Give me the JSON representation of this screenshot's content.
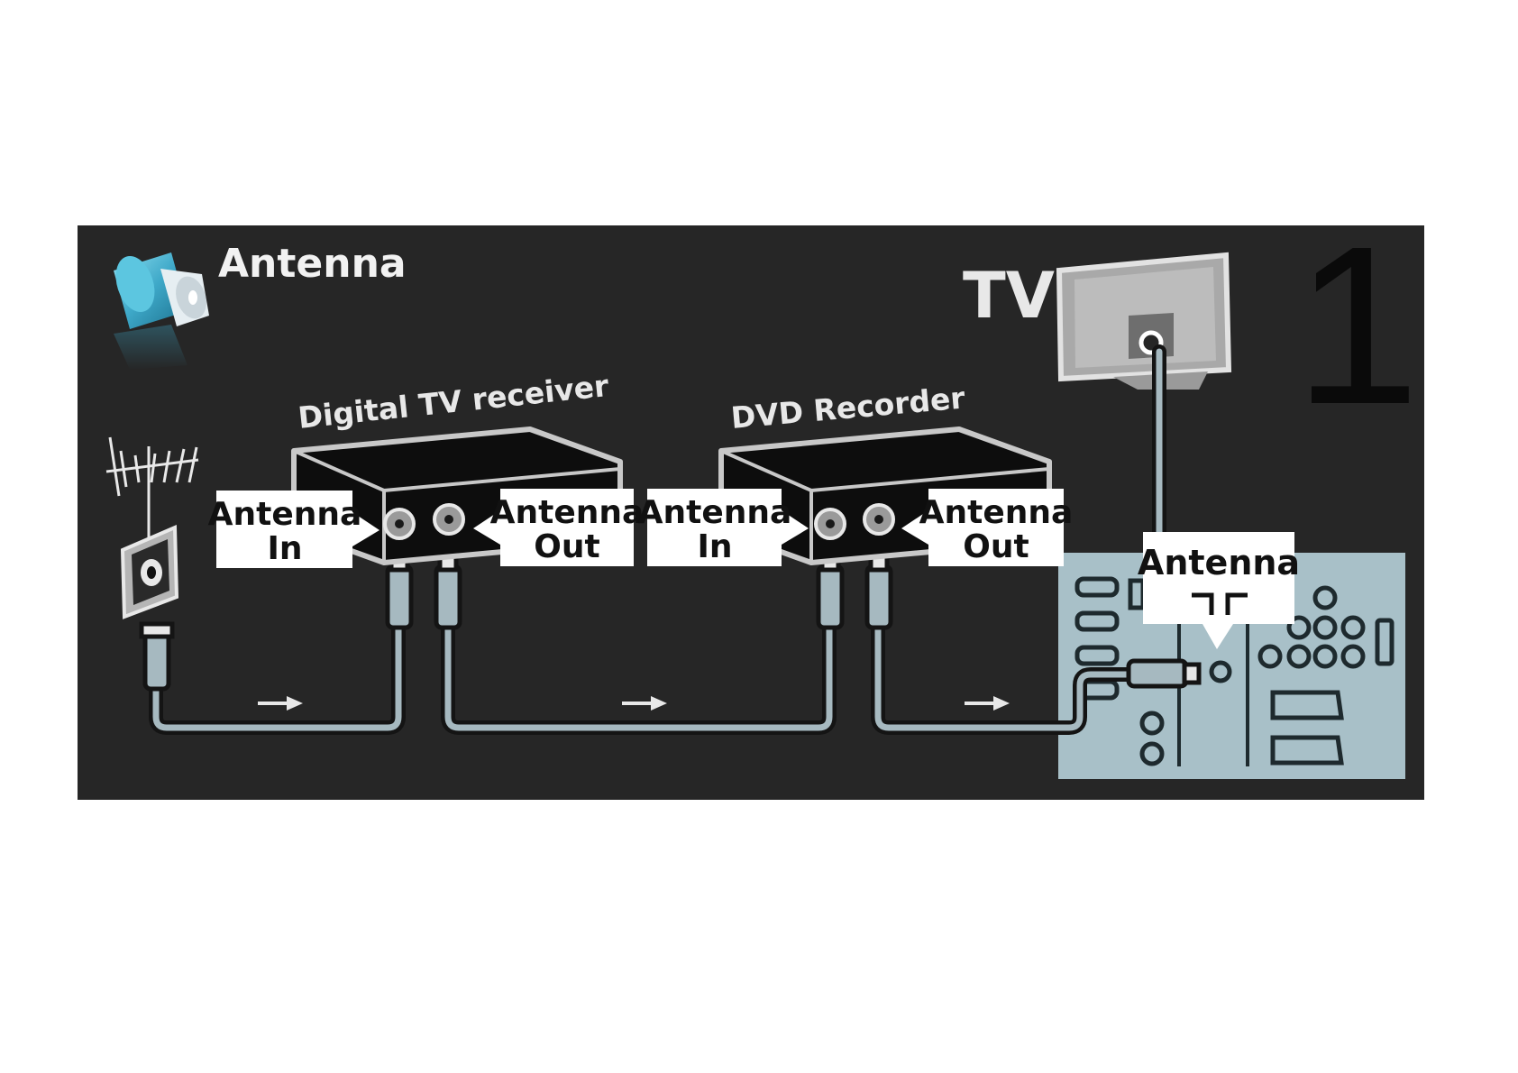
{
  "step_number": "1",
  "antenna_header": "Antenna",
  "tv_label": "TV",
  "devices": {
    "receiver": {
      "name": "Digital TV receiver",
      "in_label": [
        "Antenna",
        "In"
      ],
      "out_label": [
        "Antenna",
        "Out"
      ]
    },
    "recorder": {
      "name": "DVD Recorder",
      "in_label": [
        "Antenna",
        "In"
      ],
      "out_label": [
        "Antenna",
        "Out"
      ]
    }
  },
  "tv_panel": {
    "antenna_label": "Antenna",
    "antenna_symbol": "coax-antenna-symbol"
  },
  "icons": [
    "antenna-plug-icon",
    "rooftop-antenna-icon",
    "wall-socket-icon",
    "tv-icon"
  ],
  "colors": {
    "panel_background": "#262626",
    "panel_highlight": "#a8c0c8",
    "cable": "#a6b9c0",
    "label_box": "#ffffff",
    "accent_blue": "#3ea8c8"
  }
}
